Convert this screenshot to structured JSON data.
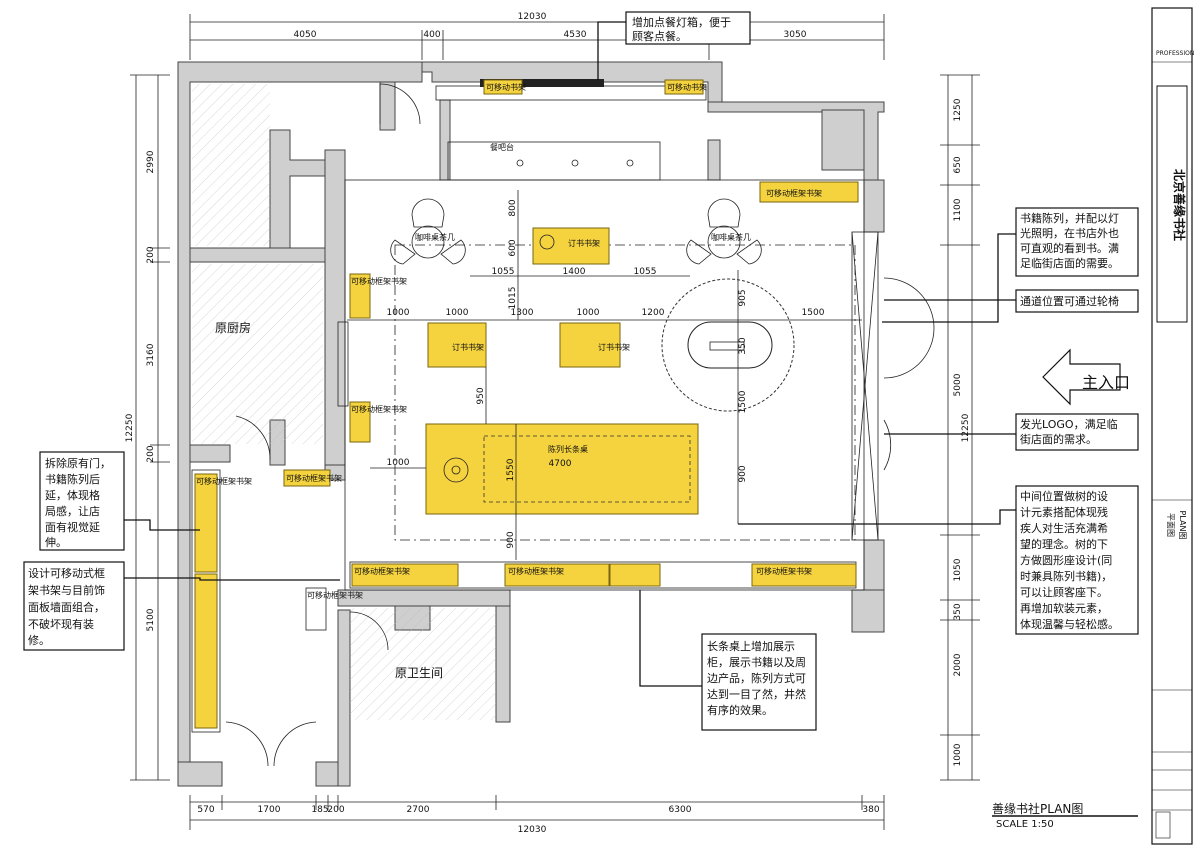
{
  "dimensions": {
    "top_total": "12030",
    "top_segments": [
      "4050",
      "400",
      "4530",
      "3050"
    ],
    "bottom_total": "12030",
    "bottom_segments": [
      "570",
      "1700",
      "185",
      "200",
      "2700",
      "6300",
      "380"
    ],
    "left_total": "12250",
    "left_segments": [
      "2990",
      "200",
      "3160",
      "200",
      "5100"
    ],
    "right_total": "12250",
    "right_segments": [
      "1250",
      "650",
      "1100",
      "5000",
      "1050",
      "350",
      "2000",
      "1000"
    ],
    "interior": [
      "800",
      "600",
      "1055",
      "1400",
      "1055",
      "1015",
      "1000",
      "1000",
      "1300",
      "1000",
      "1200",
      "1500",
      "905",
      "950",
      "350",
      "1550",
      "900",
      "1000",
      "1500",
      "4700",
      "900"
    ]
  },
  "rooms": {
    "kitchen": "原厨房",
    "bathroom": "原卫生间",
    "bar": "餐吧台"
  },
  "furniture": {
    "bookshelf_top": "可移动书架",
    "movable_frame_shelf": "可移动框架书架",
    "coffee_area": "咖啡桌茶几",
    "order_desk": "订书书架",
    "long_table": "陈列长条桌"
  },
  "notes": {
    "top_light_box": "增加点餐灯箱，便于顾客点餐。",
    "book_display": "书籍陈列，并配以灯光照明，在书店外也可直观的看到书。满足临街店面的需要。",
    "wheelchair": "通道位置可通过轮椅",
    "main_entrance": "主入口",
    "logo": "发光LOGO，满足临街店面的需求。",
    "tree": "中间位置做树的设计元素搭配体现残疾人对生活充满希望的理念。树的下方做圆形座设计(同时兼具陈列书籍)，可以让顾客座下。再增加软装元素，体现温馨与轻松感。",
    "remove_door": "拆除原有门，书籍陈列后延，体现格局感，让店面有视觉延伸。",
    "movable_frame": "设计可移动式框架书架与目前饰面板墙面组合，不破坏现有装修。",
    "long_table_note": "长条桌上增加展示柜，展示书籍以及周边产品，陈列方式可达到一目了然，井然有序的效果。"
  },
  "title_block": {
    "plan_title": "善缘书社PLAN图",
    "scale": "SCALE 1:50",
    "company": "PROFESSION",
    "project_name": "北京善缘书社",
    "drawing_name": "平面图",
    "drawing_label": "PLAN图"
  },
  "colors": {
    "furniture": "#f5d33f",
    "wall": "#cfcfcf",
    "line": "#111111"
  }
}
